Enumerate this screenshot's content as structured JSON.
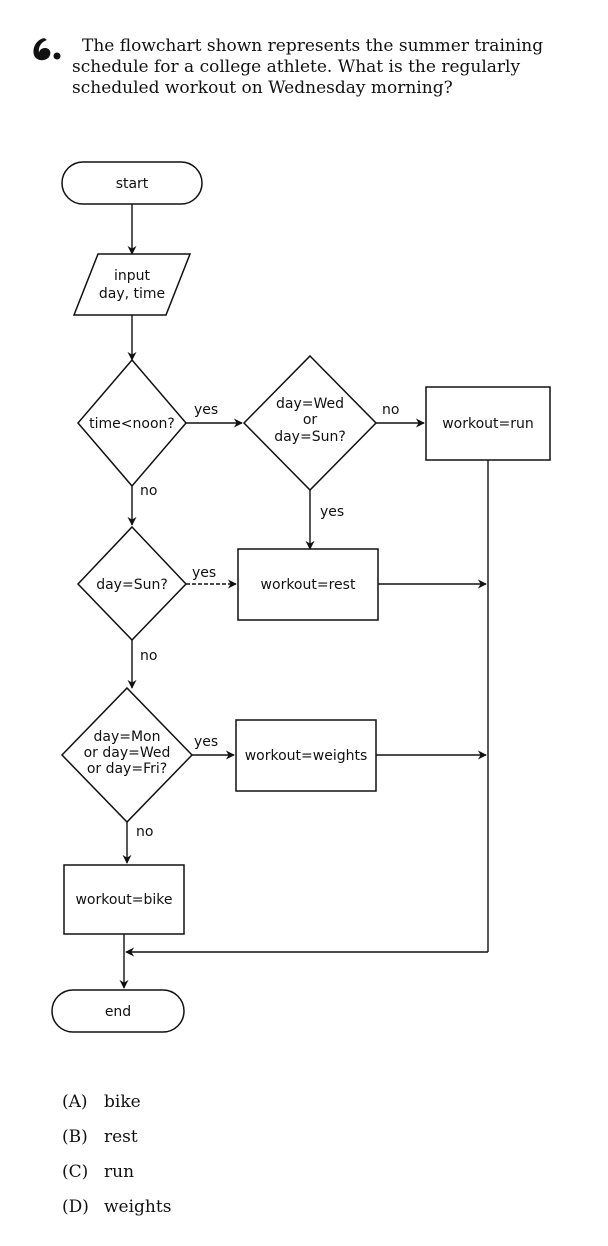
{
  "question": {
    "number": "6.",
    "lines": [
      "The flowchart shown represents the summer training",
      "schedule for a college athlete. What is the regularly",
      "scheduled workout on Wednesday morning?"
    ]
  },
  "flowchart": {
    "start": "start",
    "input_line1": "input",
    "input_line2": "day, time",
    "decision_time": "time<noon?",
    "decision_wedsun_line1": "day=Wed",
    "decision_wedsun_line2": "or",
    "decision_wedsun_line3": "day=Sun?",
    "decision_sun": "day=Sun?",
    "decision_monwedfri_line1": "day=Mon",
    "decision_monwedfri_line2": "or day=Wed",
    "decision_monwedfri_line3": "or day=Fri?",
    "process_run": "workout=run",
    "process_rest": "workout=rest",
    "process_weights": "workout=weights",
    "process_bike": "workout=bike",
    "end": "end",
    "label_yes": "yes",
    "label_no": "no"
  },
  "choices": [
    {
      "letter": "(A)",
      "text": "bike"
    },
    {
      "letter": "(B)",
      "text": "rest"
    },
    {
      "letter": "(C)",
      "text": "run"
    },
    {
      "letter": "(D)",
      "text": "weights"
    }
  ]
}
